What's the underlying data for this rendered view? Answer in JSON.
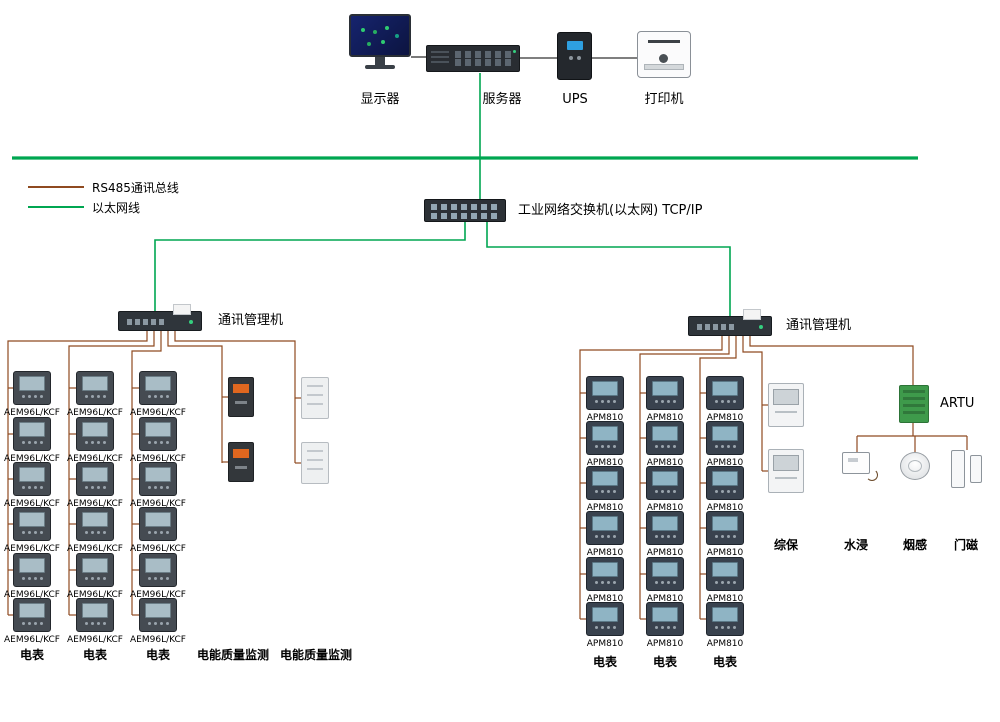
{
  "colors": {
    "ethernet": "#00A651",
    "rs485": "#8f4a20"
  },
  "top": {
    "devices": [
      {
        "id": "monitor",
        "label": "显示器"
      },
      {
        "id": "server",
        "label": "服务器"
      },
      {
        "id": "ups",
        "label": "UPS"
      },
      {
        "id": "printer",
        "label": "打印机"
      }
    ]
  },
  "legend": {
    "items": [
      {
        "key": "rs485",
        "label": "RS485通讯总线"
      },
      {
        "key": "ethernet",
        "label": "以太网线"
      }
    ]
  },
  "switch": {
    "label": "工业网络交换机(以太网) TCP/IP"
  },
  "managers": {
    "left": "通讯管理机",
    "right": "通讯管理机"
  },
  "left_group": {
    "columns": [
      {
        "type": "aem",
        "device_label": "AEM96L/KCF",
        "count": 6,
        "bottom_label": "电表"
      },
      {
        "type": "aem",
        "device_label": "AEM96L/KCF",
        "count": 6,
        "bottom_label": "电表"
      },
      {
        "type": "aem",
        "device_label": "AEM96L/KCF",
        "count": 6,
        "bottom_label": "电表"
      },
      {
        "type": "pq-dark",
        "device_label": "",
        "count": 2,
        "bottom_label": "电能质量监测"
      },
      {
        "type": "pq-light",
        "device_label": "",
        "count": 2,
        "bottom_label": "电能质量监测"
      }
    ]
  },
  "right_group": {
    "columns": [
      {
        "type": "apm",
        "device_label": "APM810",
        "count": 6,
        "bottom_label": "电表"
      },
      {
        "type": "apm",
        "device_label": "APM810",
        "count": 6,
        "bottom_label": "电表"
      },
      {
        "type": "apm",
        "device_label": "APM810",
        "count": 6,
        "bottom_label": "电表"
      },
      {
        "type": "protect",
        "device_label": "",
        "count": 2,
        "bottom_label": "综保"
      }
    ],
    "artu": {
      "label": "ARTU"
    },
    "sensors": [
      {
        "type": "water",
        "label": "水浸"
      },
      {
        "type": "smoke",
        "label": "烟感"
      },
      {
        "type": "door",
        "label": "门磁"
      }
    ]
  }
}
